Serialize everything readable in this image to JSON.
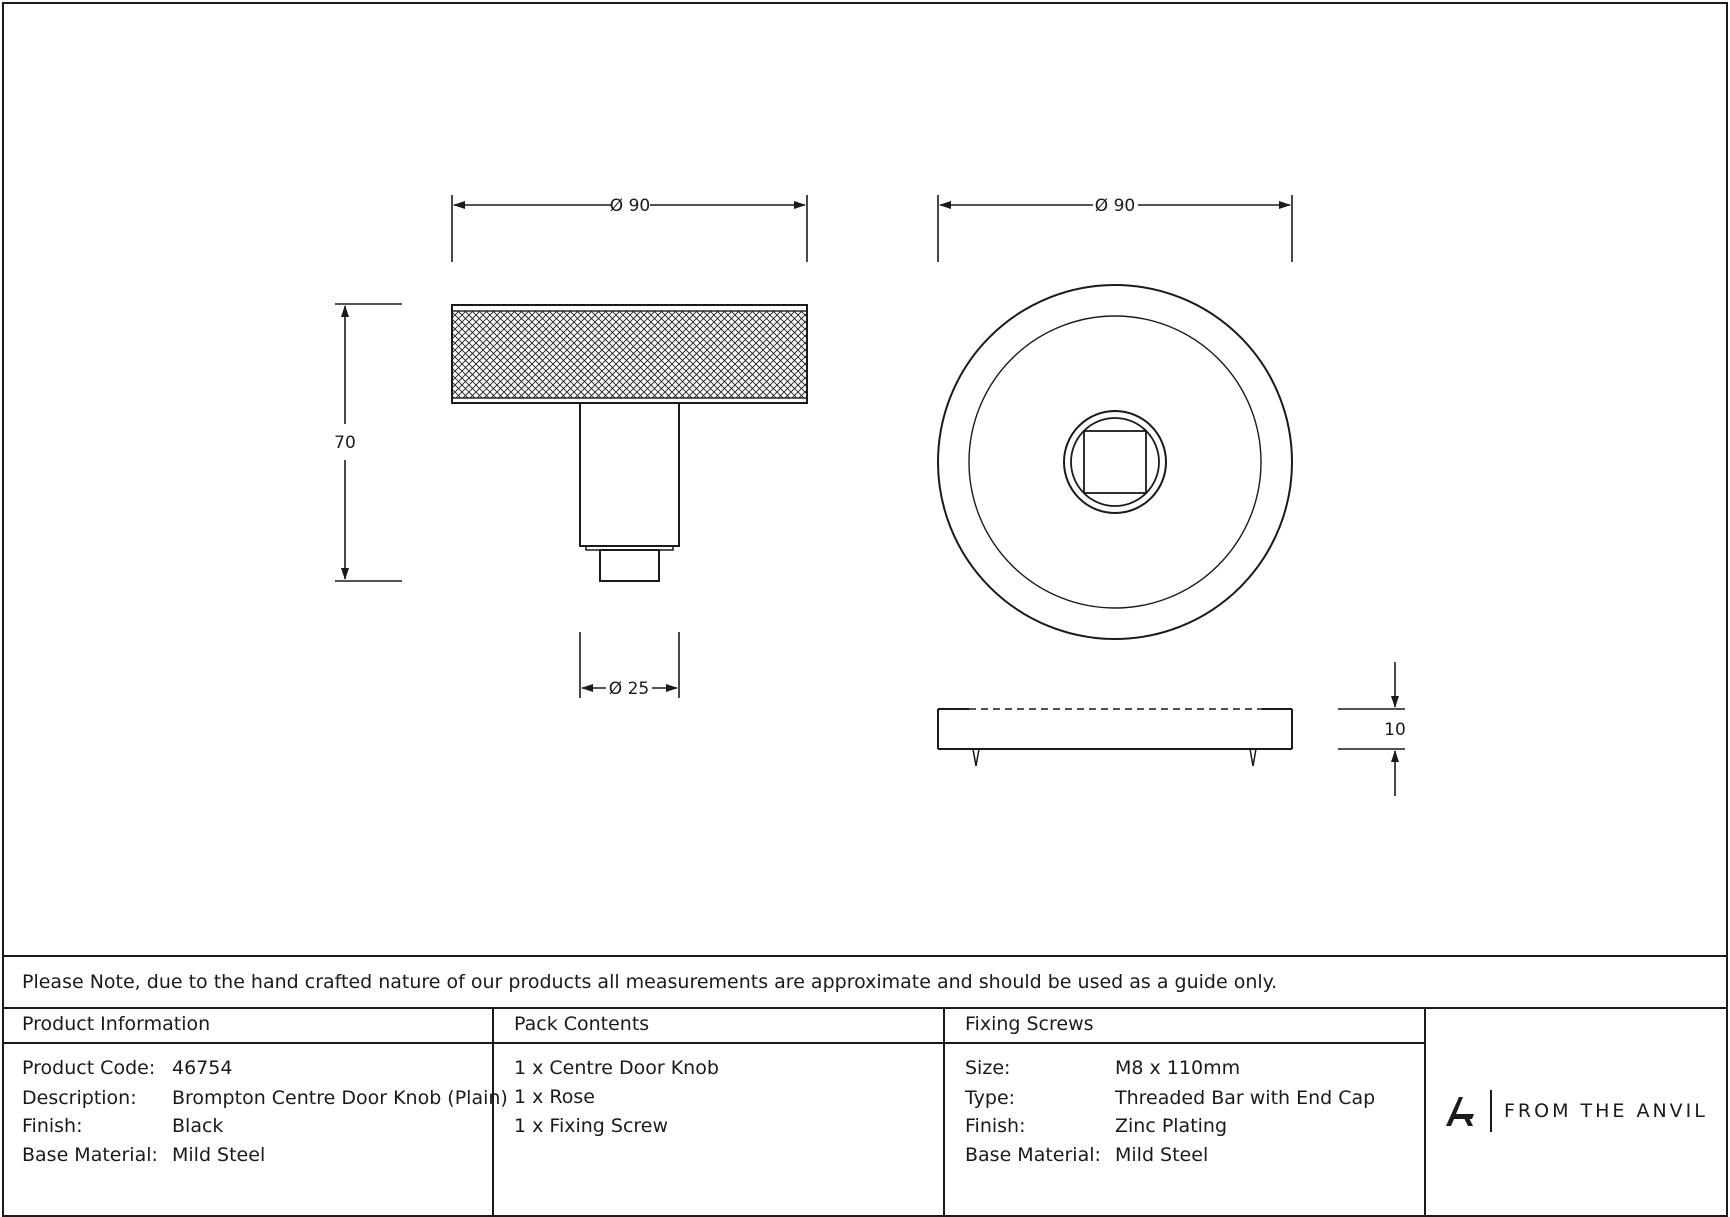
{
  "drawing": {
    "knob_diameter_label": "Ø 90",
    "knob_height_label": "70",
    "spindle_diameter_label": "Ø 25",
    "rose_diameter_label": "Ø 90",
    "rose_thickness_label": "10"
  },
  "note": "Please Note, due to the hand crafted nature of our products all measurements are approximate and should be used as a guide only.",
  "product_info": {
    "heading": "Product Information",
    "rows": [
      {
        "label": "Product Code:",
        "value": "46754"
      },
      {
        "label": "Description:",
        "value": "Brompton Centre Door Knob (Plain)"
      },
      {
        "label": "Finish:",
        "value": "Black"
      },
      {
        "label": "Base Material:",
        "value": "Mild Steel"
      }
    ]
  },
  "pack_contents": {
    "heading": "Pack Contents",
    "items": [
      "1 x Centre Door Knob",
      "1 x Rose",
      "1 x Fixing Screw"
    ]
  },
  "fixing_screws": {
    "heading": "Fixing Screws",
    "rows": [
      {
        "label": "Size:",
        "value": "M8 x 110mm"
      },
      {
        "label": "Type:",
        "value": "Threaded Bar with End Cap"
      },
      {
        "label": "Finish:",
        "value": "Zinc Plating"
      },
      {
        "label": "Base Material:",
        "value": "Mild Steel"
      }
    ]
  },
  "logo": {
    "text": "FROM THE ANVIL",
    "icon": "anvil-a-logo-icon"
  },
  "colors": {
    "line": "#1a1a1a",
    "background": "#ffffff"
  }
}
